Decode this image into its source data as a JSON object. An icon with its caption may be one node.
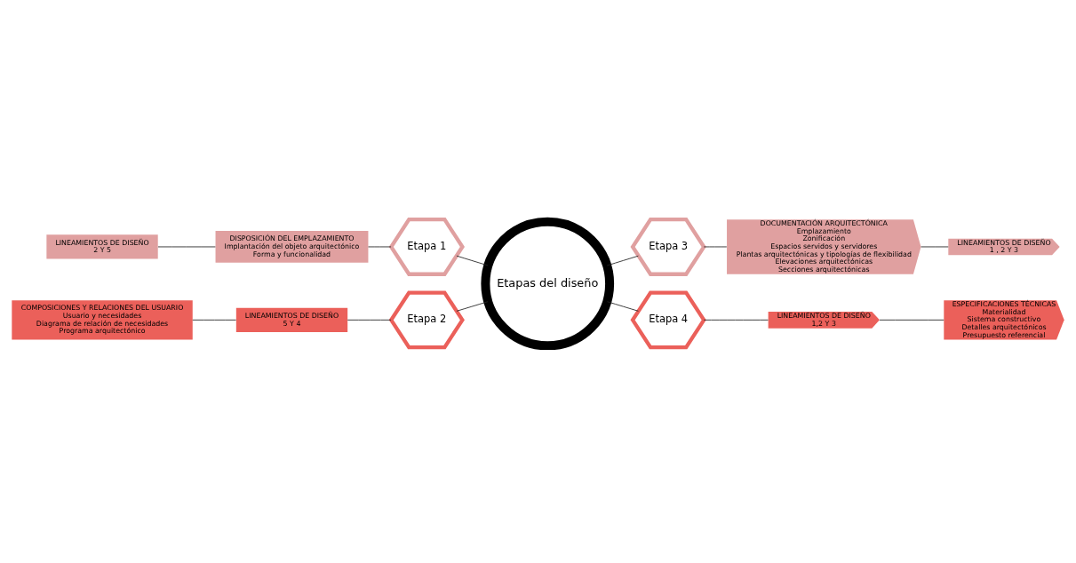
{
  "diagram": {
    "nodes": [
      {
        "text": [
          "LINEAMIENTOS DE DISEÑO",
          "2 Y 5"
        ]
      },
      {
        "text": [
          "LINEAMIENTOS DE DISEÑO",
          "1 , 2 Y 3"
        ]
      },
      {
        "text": [
          "DISPOSICIÓN DEL EMPLAZAMIENTO",
          "Implantación del objeto arquitectónico",
          "Forma y funcionalidad"
        ]
      },
      {
        "text": [
          "DOCUMENTACIÓN ARQUITECTÓNICA",
          "Emplazamiento",
          "Zonificación",
          "Espacios servidos y servidores",
          "Plantas arquitectónicas y tipologías de flexibilidad",
          "Elevaciones arquitectónicas",
          "Secciones arquitectónicas"
        ]
      },
      {
        "text": [
          "Etapa 1"
        ]
      },
      {
        "text": [
          "Etapa 3"
        ]
      },
      {
        "text": [
          "Etapas del diseño"
        ]
      },
      {
        "text": [
          "Etapa 2"
        ]
      },
      {
        "text": [
          "Etapa 4"
        ]
      },
      {
        "text": [
          "LINEAMIENTOS DE DISEÑO",
          "5 Y 4"
        ]
      },
      {
        "text": [
          "LINEAMIENTOS DE DISEÑO",
          "1,2 Y 3"
        ]
      },
      {
        "text": [
          "COMPOSICIONES Y RELACIONES DEL USUARIO",
          "Usuario y necesidades",
          "Diagrama de relación de necesidades",
          "Programa arquitectónico"
        ]
      },
      {
        "text": [
          "ESPECIFICACIONES TÉCNICAS",
          "Materialidad",
          "Sistema constructivo",
          "Detalles arquitectónicos",
          "Presupuesto referencial"
        ]
      }
    ],
    "edges": [
      {
        "from": 0,
        "to": 2,
        "arrow": "none"
      },
      {
        "from": 2,
        "to": 4,
        "arrow": "none"
      },
      {
        "from": 4,
        "to": 6,
        "arrow": "none"
      },
      {
        "from": 11,
        "to": 9,
        "arrow": "none"
      },
      {
        "from": 9,
        "to": 7,
        "arrow": "none"
      },
      {
        "from": 7,
        "to": 6,
        "arrow": "none"
      },
      {
        "from": 6,
        "to": 5,
        "arrow": "none"
      },
      {
        "from": 5,
        "to": 3,
        "arrow": "none"
      },
      {
        "from": 3,
        "to": 1,
        "arrow": "none"
      },
      {
        "from": 6,
        "to": 8,
        "arrow": "none"
      },
      {
        "from": 8,
        "to": 10,
        "arrow": "none"
      },
      {
        "from": 10,
        "to": 12,
        "arrow": "none"
      }
    ]
  }
}
